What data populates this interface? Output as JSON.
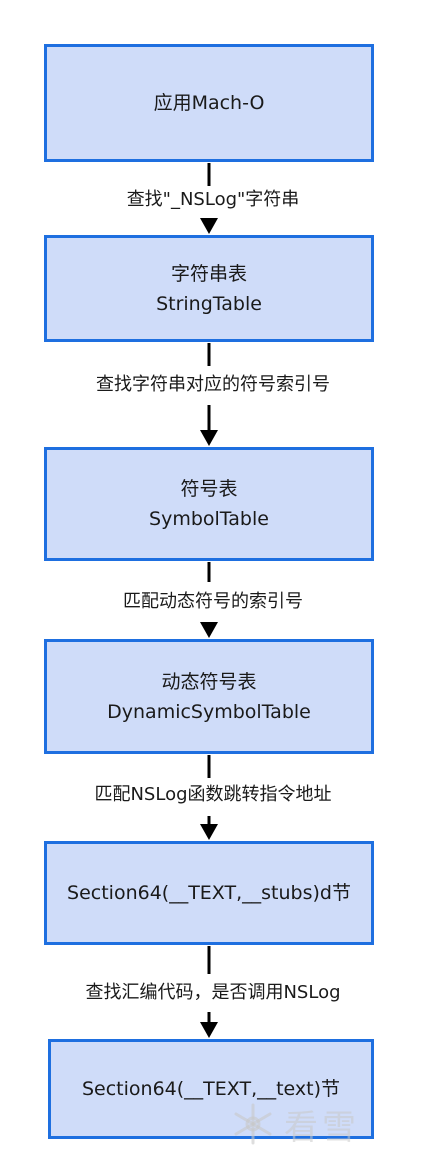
{
  "nodes": [
    {
      "line1": "应用Mach-O",
      "line2": ""
    },
    {
      "line1": "字符串表",
      "line2": "StringTable"
    },
    {
      "line1": "符号表",
      "line2": "SymbolTable"
    },
    {
      "line1": "动态符号表",
      "line2": "DynamicSymbolTable"
    },
    {
      "line1": "Section64(__TEXT,__stubs)d节",
      "line2": ""
    },
    {
      "line1": "Section64(__TEXT,__text)节",
      "line2": ""
    }
  ],
  "edges": [
    {
      "label": "查找\"_NSLog\"字符串"
    },
    {
      "label": "查找字符串对应的符号索引号"
    },
    {
      "label": "匹配动态符号的索引号"
    },
    {
      "label": "匹配NSLog函数跳转指令地址"
    },
    {
      "label": "查找汇编代码，是否调用NSLog"
    }
  ],
  "watermark": {
    "text": "看雪",
    "icon": "snowflake-icon"
  },
  "colors": {
    "node_fill": "#cfdcf9",
    "node_border": "#1e6fe0",
    "arrow": "#000000"
  }
}
